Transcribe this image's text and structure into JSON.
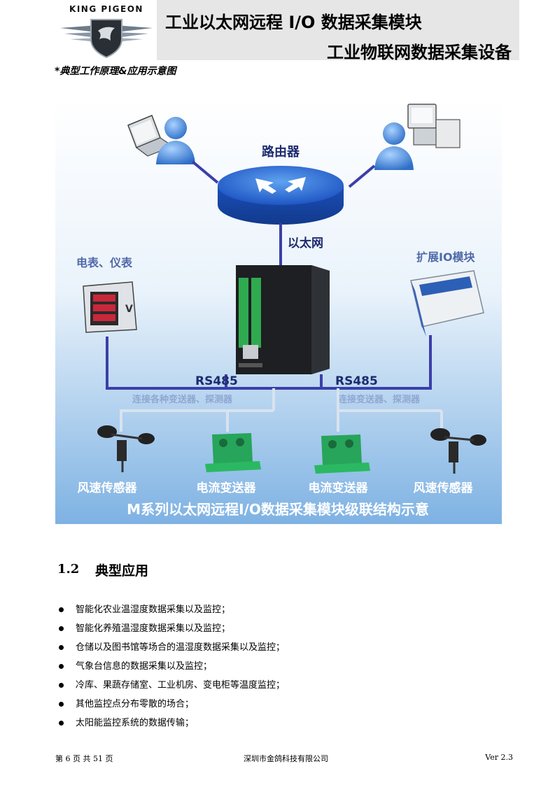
{
  "header": {
    "brand": "KING PIGEON",
    "title_line1": "工业以太网远程 I/O 数据采集模块",
    "title_line2": "工业物联网数据采集设备"
  },
  "caption": "*典型工作原理&应用示意图",
  "diagram": {
    "router_label": "路由器",
    "ethernet_label": "以太网",
    "meter_label": "电表、仪表",
    "expansion_label": "扩展IO模块",
    "rs485_left": "RS485",
    "rs485_right": "RS485",
    "connect_left": "连接各种变送器、探测器",
    "connect_right": "连接变送器、探测器",
    "sensors": [
      "风速传感器",
      "电流变送器",
      "电流变送器",
      "风速传感器"
    ],
    "bottom_title": "M系列以太网远程I/O数据采集模块级联结构示意"
  },
  "section": {
    "number": "1.2",
    "title": "典型应用"
  },
  "applications": [
    "智能化农业温湿度数据采集以及监控；",
    "智能化养殖温湿度数据采集以及监控；",
    "仓储以及图书馆等场合的温湿度数据采集以及监控；",
    "气象台信息的数据采集以及监控；",
    "冷库、果蔬存储室、工业机房、变电柜等温度监控；",
    "其他监控点分布零散的场合；",
    "太阳能监控系统的数据传输；"
  ],
  "footer": {
    "page": "第 6 页 共 51 页",
    "company": "深圳市金鸽科技有限公司",
    "version": "Ver 2.3"
  }
}
